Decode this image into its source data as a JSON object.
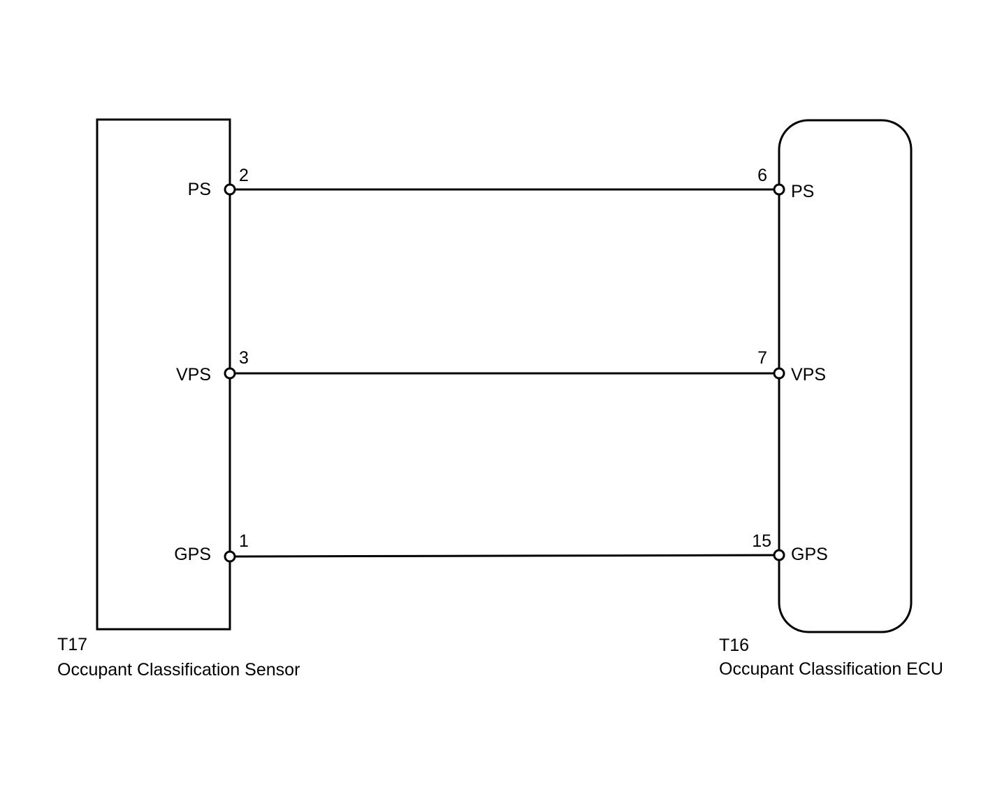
{
  "left_component": {
    "id": "T17",
    "name": "Occupant Classification Sensor",
    "pins": [
      {
        "label": "PS",
        "number": "2"
      },
      {
        "label": "VPS",
        "number": "3"
      },
      {
        "label": "GPS",
        "number": "1"
      }
    ]
  },
  "right_component": {
    "id": "T16",
    "name": "Occupant Classification ECU",
    "pins": [
      {
        "label": "PS",
        "number": "6"
      },
      {
        "label": "VPS",
        "number": "7"
      },
      {
        "label": "GPS",
        "number": "15"
      }
    ]
  },
  "colors": {
    "line": "#000000",
    "background": "#ffffff"
  }
}
